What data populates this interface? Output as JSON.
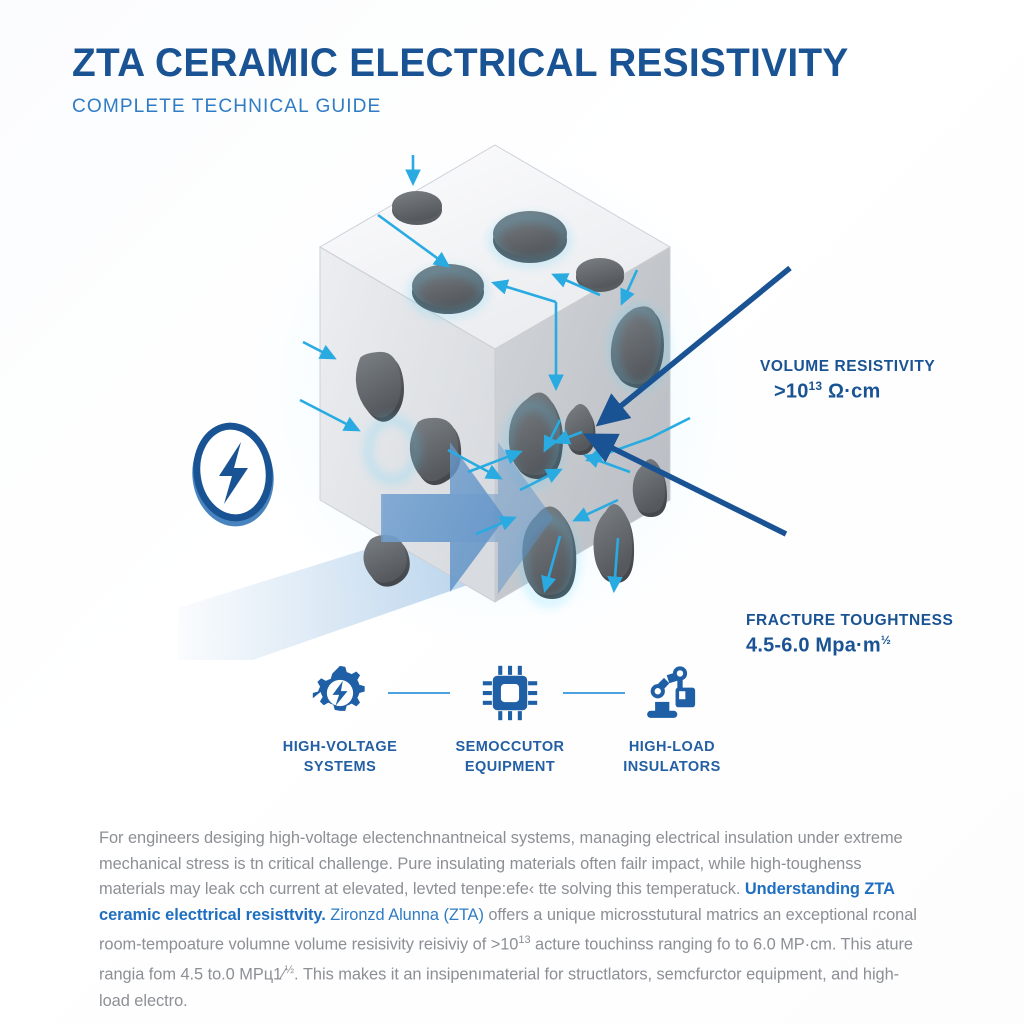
{
  "header": {
    "title": "ZTA CERAMIC ELECTRICAL RESISTIVITY",
    "subtitle": "COMPLETE TECHNICAL GUIDE"
  },
  "colors": {
    "deep_blue": "#1a5393",
    "mid_blue": "#2f7cc4",
    "accent_cyan": "#29abe2",
    "grain_gray": "#6b7075",
    "body_text": "#8c8f94",
    "background": "#ffffff"
  },
  "illustration": {
    "diagram_name": "isometric ZTA ceramic microstructure cube",
    "energy_icon": "lightning-bolt-in-circle",
    "cube_description": "white ceramic matrix cube with dark gray zirconia grain inclusions and cyan current-path arrows",
    "impact_arrow": "large translucent blue impact arrow entering left face"
  },
  "callouts": [
    {
      "id": "volume-resistivity",
      "caption": "VOLUME RESISTIVITY",
      "value_prefix": ">10",
      "value_exponent": "13",
      "value_suffix": " Ω·cm"
    },
    {
      "id": "fracture-toughness",
      "caption": "FRACTURE TOUGHTNESS",
      "value_prefix": "4.5-6.0 Mpa·m",
      "value_exponent": "½",
      "value_suffix": ""
    }
  ],
  "applications": [
    {
      "icon": "gear-with-bolt-icon",
      "label_line1": "HIGH-VOLTAGE",
      "label_line2": "SYSTEMS"
    },
    {
      "icon": "microchip-icon",
      "label_line1": "SEMOCCUTOR",
      "label_line2": "EQUIPMENT"
    },
    {
      "icon": "robot-arm-icon",
      "label_line1": "HIGH-LOAD",
      "label_line2": "INSULATORS"
    }
  ],
  "body": {
    "p1": "For engineers desiging high-voltage electenchnantneical systems, managing electrical insulation under extreme mechanical stress is tn critical challenge. Pure insulating materials often failr impact, while high-toughenss materials may leak cch current at elevated, levted tenpe:efe‹ tte solving this temperatuck. ",
    "bold": "Understanding ZTA ceramic electtrical resisttvity.",
    "link": " Zironzd Alunna (ZTA)",
    "p2": " offers a unique microsstutural matrics an exceptional rconal room-tempoature volumne volume resisivity reisiviy of >10",
    "sup1": "13",
    "p3": " acture touchinss ranging fo to 6.0 MP·cm. This ature rangia fom 4.5 to.0 MPц1⁄",
    "sup2": "½",
    "p4": ". This makes it an insipenımaterial for structlators, semcfurctor equipment, and high-load electro."
  }
}
